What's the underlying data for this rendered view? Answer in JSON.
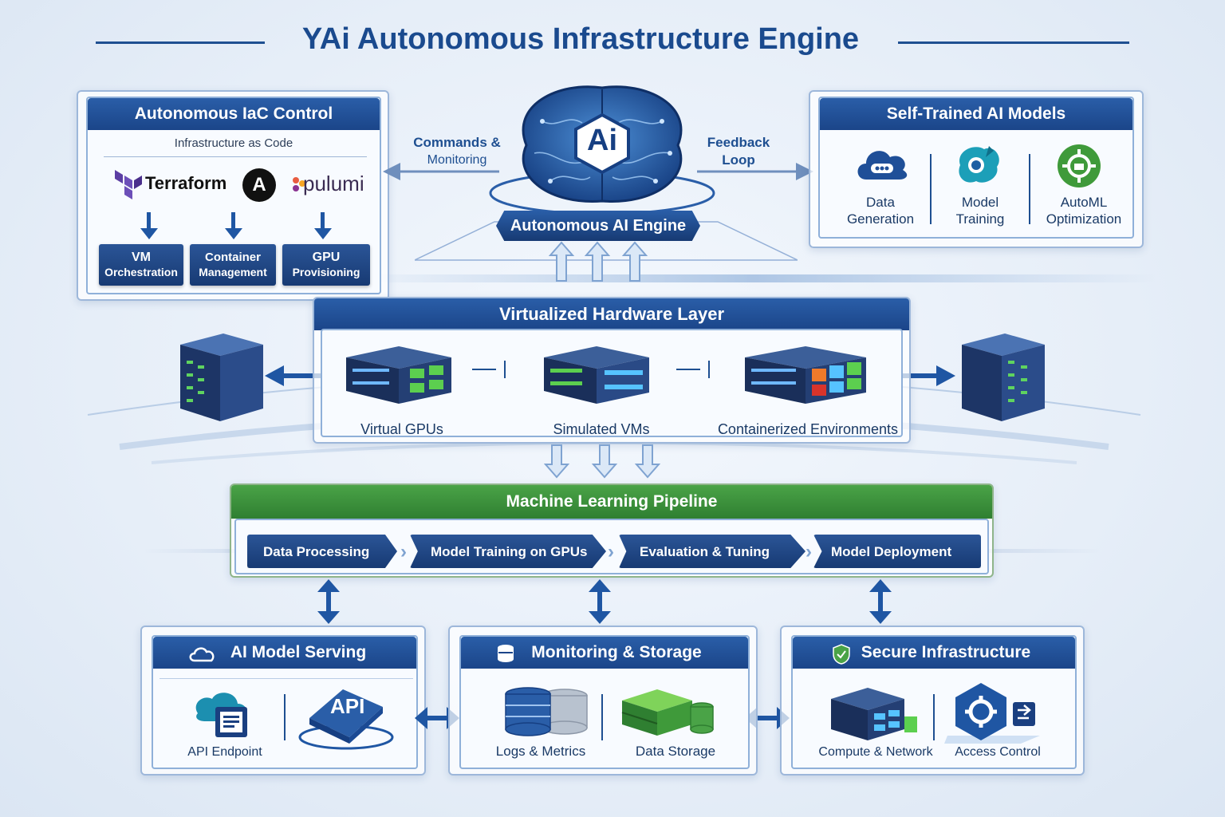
{
  "title": "YAi Autonomous Infrastructure Engine",
  "iac": {
    "header": "Autonomous IaC Control",
    "subtitle": "Infrastructure as Code",
    "tools": [
      {
        "name": "Terraform",
        "icon": "terraform-logo"
      },
      {
        "name": "A",
        "icon": "ansible-logo"
      },
      {
        "name": "pulumi",
        "icon": "pulumi-logo"
      }
    ],
    "outputs": [
      {
        "line1": "VM",
        "line2": "Orchestration"
      },
      {
        "line1": "Container",
        "line2": "Management"
      },
      {
        "line1": "GPU",
        "line2": "Provisioning"
      }
    ]
  },
  "engine": {
    "badge": "Ai",
    "label": "Autonomous AI Engine",
    "left_flow": {
      "line1": "Commands &",
      "line2": "Monitoring"
    },
    "right_flow": {
      "line1": "Feedback",
      "line2": "Loop"
    }
  },
  "models": {
    "header": "Self-Trained AI Models",
    "items": [
      {
        "line1": "Data",
        "line2": "Generation",
        "icon": "cloud-icon"
      },
      {
        "line1": "Model",
        "line2": "Training",
        "icon": "training-icon"
      },
      {
        "line1": "AutoML",
        "line2": "Optimization",
        "icon": "automl-icon"
      }
    ]
  },
  "hardware": {
    "header": "Virtualized Hardware Layer",
    "items": [
      "Virtual GPUs",
      "Simulated VMs",
      "Containerized Environments"
    ]
  },
  "pipeline": {
    "header": "Machine Learning Pipeline",
    "steps": [
      "Data Processing",
      "Model Training on GPUs",
      "Evaluation & Tuning",
      "Model Deployment"
    ]
  },
  "serving": {
    "header": "AI Model Serving",
    "items": [
      "API Endpoint"
    ],
    "api_badge": "API"
  },
  "storage": {
    "header": "Monitoring & Storage",
    "items": [
      "Logs & Metrics",
      "Data Storage"
    ]
  },
  "secure": {
    "header": "Secure Infrastructure",
    "items": [
      "Compute & Network",
      "Access Control"
    ]
  },
  "colors": {
    "primary": "#1b4589",
    "accent_green": "#3f9a3a",
    "panel_border": "#8fb0d9"
  }
}
